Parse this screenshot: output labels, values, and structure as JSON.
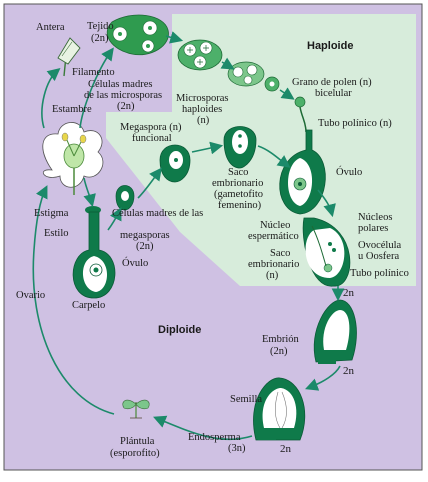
{
  "colors": {
    "diploid_bg": "#cfc1e3",
    "haploid_bg": "#d7ecdb",
    "tissue_green": "#0f7a4a",
    "light_green": "#7cc68b",
    "arrow": "#1c8a6a"
  },
  "regions": {
    "haploid": "Haploide",
    "diploid": "Diploide"
  },
  "labels": {
    "antera": "Antera",
    "tejido_1": "Tejido",
    "tejido_2": "(2n)",
    "filamento": "Filamento",
    "celulas_micro_1": "Células madres",
    "celulas_micro_2": "de las microsporas",
    "celulas_micro_3": "(2n)",
    "estambre": "Estambre",
    "microsporas_1": "Microsporas",
    "microsporas_2": "haploides",
    "microsporas_3": "(n)",
    "grano_1": "Grano de polen (n)",
    "grano_2": "bicelular",
    "tubo_1": "Tubo polínico (n)",
    "megaspora_1": "Megaspora (n)",
    "megaspora_2": "funcional",
    "saco1_1": "Saco",
    "saco1_2": "embrionario",
    "saco1_3": "(gametofito",
    "saco1_4": "femenino)",
    "ovulo_1": "Óvulo",
    "estigma": "Estigma",
    "estilo": "Estilo",
    "celulas_mega_1": "Células madres de las",
    "celulas_mega_2": "megasporas",
    "celulas_mega_3": "(2n)",
    "ovulo_2": "Óvulo",
    "ovario": "Ovario",
    "carpelo": "Carpelo",
    "nucleo_esp_1": "Núcleo",
    "nucleo_esp_2": "espermático",
    "saco2_1": "Saco",
    "saco2_2": "embrionario",
    "saco2_3": "(n)",
    "nucleos_1": "Núcleos",
    "nucleos_2": "polares",
    "ovocelula_1": "Ovocélula",
    "ovocelula_2": "u Oosfera",
    "tubo_2": "Tubo polínico",
    "ploidy_2n_1": "2n",
    "embrion_1": "Embrión",
    "embrion_2": "(2n)",
    "ploidy_2n_2": "2n",
    "semilla": "Semilla",
    "endosperma_1": "Endosperma",
    "endosperma_2": "(3n)",
    "ploidy_2n_3": "2n",
    "plantula_1": "Plántula",
    "plantula_2": "(esporofito)"
  }
}
